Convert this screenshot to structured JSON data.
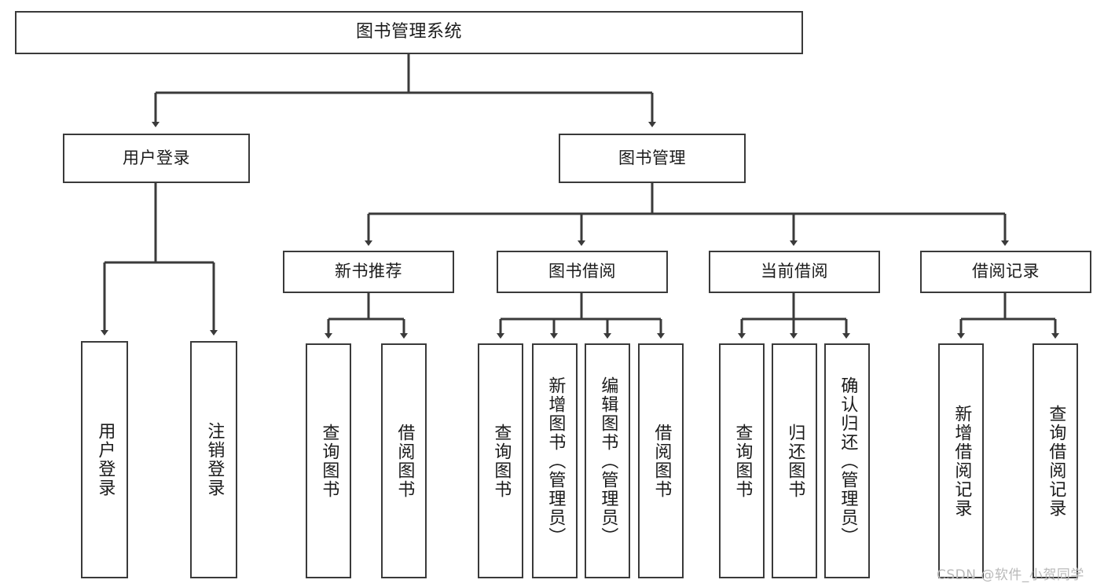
{
  "diagram": {
    "title": "图书管理系统",
    "type": "tree-hierarchy",
    "root": {
      "label": "图书管理系统"
    },
    "level1": [
      {
        "label": "用户登录"
      },
      {
        "label": "图书管理"
      }
    ],
    "level2": [
      {
        "label": "新书推荐"
      },
      {
        "label": "图书借阅"
      },
      {
        "label": "当前借阅"
      },
      {
        "label": "借阅记录"
      }
    ],
    "leaves": {
      "user_login": [
        {
          "label": "用户登录"
        },
        {
          "label": "注销登录"
        }
      ],
      "new_book_recommend": [
        {
          "label": "查询图书"
        },
        {
          "label": "借阅图书"
        }
      ],
      "book_borrow": [
        {
          "label": "查询图书"
        },
        {
          "label": "新增图书（管理员）"
        },
        {
          "label": "编辑图书（管理员）"
        },
        {
          "label": "借阅图书"
        }
      ],
      "current_borrow": [
        {
          "label": "查询图书"
        },
        {
          "label": "归还图书"
        },
        {
          "label": "确认归还（管理员）"
        }
      ],
      "borrow_record": [
        {
          "label": "新增借阅记录"
        },
        {
          "label": "查询借阅记录"
        }
      ]
    }
  },
  "watermark": {
    "text": "CSDN @软件_小贺同学"
  },
  "colors": {
    "stroke": "#3a3a3a",
    "background": "#ffffff",
    "text": "#1b1b1b",
    "watermark": "#b9b9b9"
  }
}
